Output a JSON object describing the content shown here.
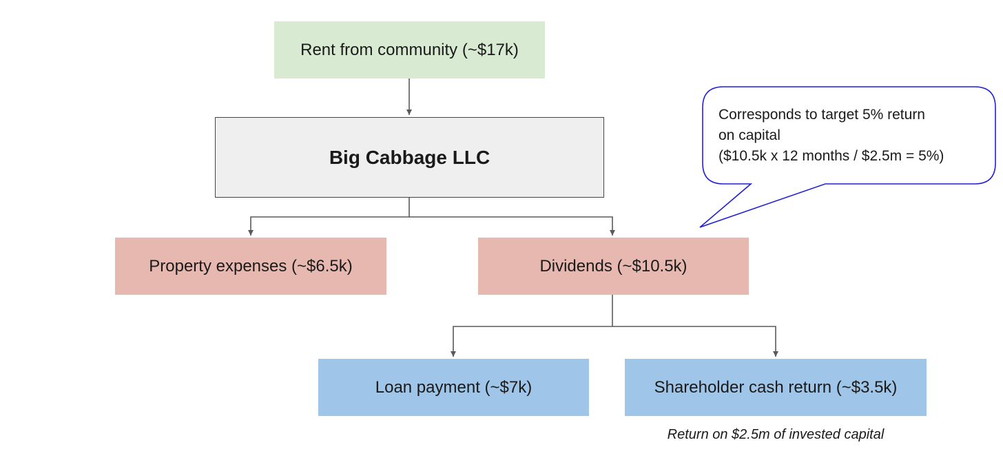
{
  "colors": {
    "income": "#d9ead3",
    "entity": "#efefef",
    "outflow": "#e6b8af",
    "allocation": "#9fc5e8",
    "connector": "#595959",
    "callout_border": "#1f1fd6"
  },
  "nodes": {
    "rent": "Rent from community (~$17k)",
    "company": "Big Cabbage LLC",
    "expenses": "Property expenses (~$6.5k)",
    "dividends": "Dividends (~$10.5k)",
    "loan": "Loan payment (~$7k)",
    "shareholder_return": "Shareholder cash return (~$3.5k)"
  },
  "callout": {
    "lines": [
      "Corresponds to target 5% return",
      "on capital",
      "($10.5k x 12 months / $2.5m = 5%)"
    ]
  },
  "note": "Return on $2.5m of invested capital"
}
